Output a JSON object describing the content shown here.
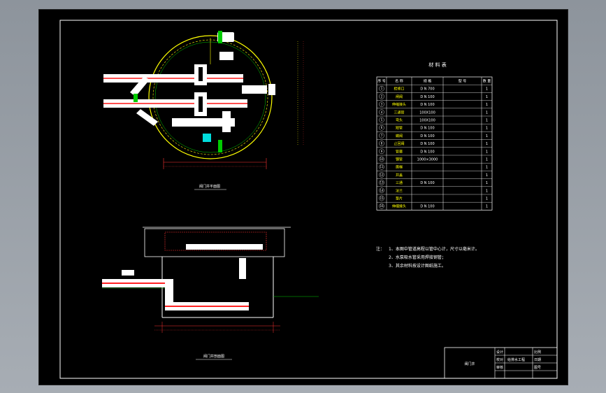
{
  "material_table": {
    "title": "材 料 表",
    "headers": [
      "序 号",
      "名 称",
      "规 格",
      "型 号",
      "数 量"
    ],
    "rows": [
      {
        "name": "检修口",
        "spec": "D N 700",
        "model": "",
        "qty": "1"
      },
      {
        "name": "闸阀",
        "spec": "D N 100",
        "model": "",
        "qty": "1"
      },
      {
        "name": "伸缩接头",
        "spec": "D N 100",
        "model": "",
        "qty": "1"
      },
      {
        "name": "三通管",
        "spec": "100X100",
        "model": "",
        "qty": "1"
      },
      {
        "name": "弯头",
        "spec": "100X100",
        "model": "",
        "qty": "1"
      },
      {
        "name": "短管",
        "spec": "D N 100",
        "model": "",
        "qty": "1"
      },
      {
        "name": "蝶阀",
        "spec": "D N 100",
        "model": "",
        "qty": "1"
      },
      {
        "name": "止回阀",
        "spec": "D N 100",
        "model": "",
        "qty": "1"
      },
      {
        "name": "管箍",
        "spec": "D N 100",
        "model": "",
        "qty": "1"
      },
      {
        "name": "钢管",
        "spec": "1000×3000",
        "model": "",
        "qty": "1"
      },
      {
        "name": "爬梯",
        "spec": "",
        "model": "",
        "qty": "1"
      },
      {
        "name": "井盖",
        "spec": "",
        "model": "",
        "qty": "1"
      },
      {
        "name": "三通",
        "spec": "D N 100",
        "model": "",
        "qty": "1"
      },
      {
        "name": "法兰",
        "spec": "",
        "model": "",
        "qty": "1"
      },
      {
        "name": "垫片",
        "spec": "",
        "model": "",
        "qty": "1"
      },
      {
        "name": "伸缩接头",
        "spec": "D N 100",
        "model": "",
        "qty": "1"
      }
    ]
  },
  "notes": {
    "prefix": "注：",
    "lines": [
      "1、本图中管道高程以管中心计，尺寸以毫米计。",
      "2、水泵吸水管采用焊接钢管；",
      "3、其余材料按设计图纸施工。"
    ]
  },
  "drawing_labels": {
    "plan_title": "阀门井平面图",
    "section_title": "阀门井剖面图"
  },
  "title_block": {
    "drawing_name": "阀门井",
    "project": "给排水工程",
    "design": "设计",
    "check": "校对",
    "approve": "审核",
    "scale": "比例",
    "date": "日期",
    "sheet_no": "图号"
  }
}
